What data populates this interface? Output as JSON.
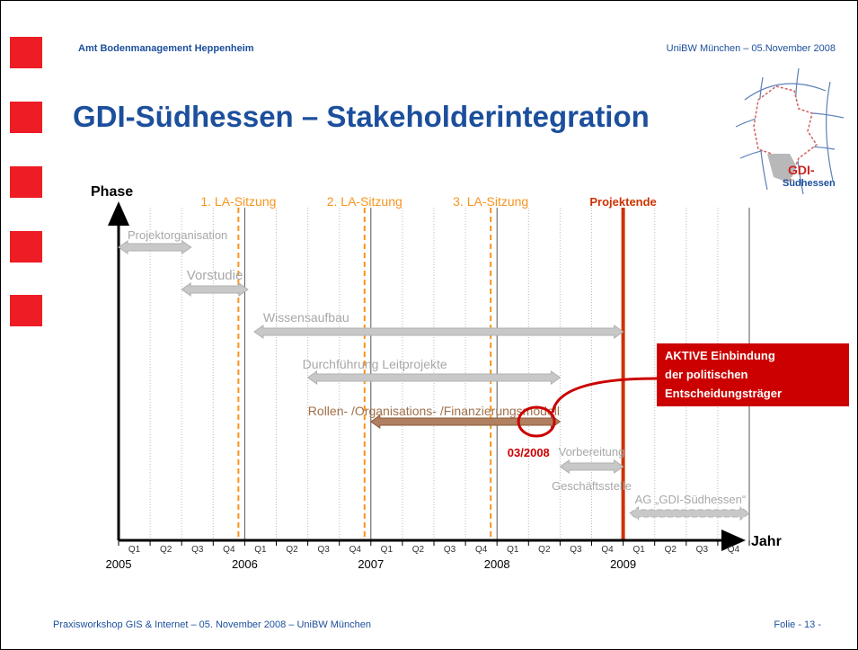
{
  "header": {
    "left": "Amt Bodenmanagement Heppenheim",
    "right": "UniBW München – 05.November 2008"
  },
  "title": "GDI-Südhessen – Stakeholderintegration",
  "logo": {
    "line1": "GDI-",
    "line2": "Südhessen"
  },
  "colors": {
    "accent_red": "#ee1c25",
    "title_blue": "#1c4f9c",
    "orange": "#f7941d",
    "dark_orange_red": "#cc3300",
    "grey": "#aaaaaa",
    "brown": "#a0704a",
    "callout_red": "#cc0000"
  },
  "diagram": {
    "y_axis_label": "Phase",
    "x_axis_label": "Jahr",
    "years": [
      "2005",
      "2006",
      "2007",
      "2008",
      "2009"
    ],
    "quarters": [
      "Q1",
      "Q2",
      "Q3",
      "Q4"
    ],
    "milestones": [
      {
        "label": "1. LA-Sitzung",
        "t": 3.8
      },
      {
        "label": "2. LA-Sitzung",
        "t": 7.8
      },
      {
        "label": "3. LA-Sitzung",
        "t": 11.8
      }
    ],
    "project_end": {
      "label": "Projektende",
      "t": 16.0
    },
    "bars": [
      {
        "label": "Projektorganisation",
        "start": 0.0,
        "end": 2.3,
        "style": "grey"
      },
      {
        "label": "Vorstudie",
        "start": 2.0,
        "end": 4.1,
        "style": "grey"
      },
      {
        "label": "Wissensaufbau",
        "start": 4.3,
        "end": 16.0,
        "style": "grey"
      },
      {
        "label": "Durchführung Leitprojekte",
        "start": 6.0,
        "end": 14.0,
        "style": "grey"
      },
      {
        "label": "Rollen- /Organisations- /Finanzierungsmodell",
        "start": 8.0,
        "end": 14.0,
        "style": "brown"
      },
      {
        "label_top": "Vorbereitung",
        "label_bottom": "Geschäftsstelle",
        "start": 14.0,
        "end": 16.0,
        "style": "grey"
      },
      {
        "label": "AG „GDI-Südhessen“",
        "start": 16.2,
        "end": 20.0,
        "style": "dashed"
      }
    ],
    "marker_date": "03/2008",
    "callout": {
      "line1": "AKTIVE Einbindung",
      "line2": "der politischen",
      "line3": "Entscheidungsträger"
    }
  },
  "footer": {
    "left": "Praxisworkshop GIS & Internet – 05. November 2008 – UniBW München",
    "right": "Folie - 13 -"
  }
}
